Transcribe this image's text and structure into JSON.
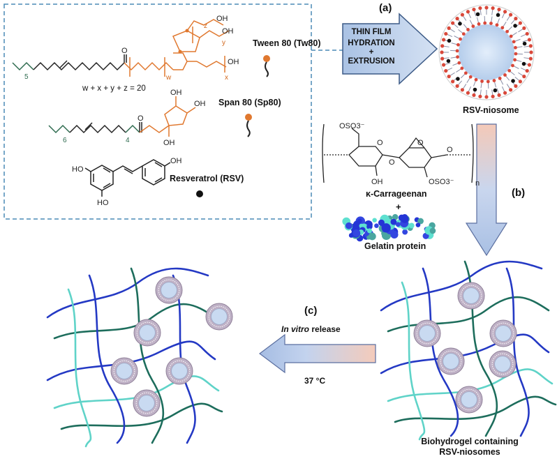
{
  "step_labels": {
    "a": "(a)",
    "b": "(b)",
    "c": "(c)"
  },
  "process_box": {
    "line1": "THIN FILM",
    "line2": "HYDRATION",
    "line3": "+",
    "line4": "EXTRUSION"
  },
  "molecules": {
    "tween": {
      "name": "Tween 80 (Tw80)",
      "sub_5": "5",
      "sub_w": "w",
      "sub_x": "x",
      "sub_y": "y",
      "sub_z": "z",
      "oh": "OH",
      "o": "O"
    },
    "tween_formula": "w + x + y + z = 20",
    "span": {
      "name": "Span 80 (Sp80)",
      "sub_6": "6",
      "sub_4": "4",
      "oh": "OH",
      "o": "O"
    },
    "resveratrol": {
      "name": "Resveratrol (RSV)",
      "ho": "HO",
      "oh": "OH"
    }
  },
  "niosome_label": "RSV-niosome",
  "carrageenan": {
    "name": "κ-Carrageenan",
    "oso3": "OSO3⁻",
    "sub_n": "n",
    "oh": "OH",
    "o": "O"
  },
  "plus": "+",
  "gelatin_label": "Gelatin  protein",
  "release": {
    "label_italic": "In vitro",
    "label_rest": " release",
    "temperature": "37 °C"
  },
  "hydrogel_label": {
    "line1": "Biohydrogel containing",
    "line2": "RSV-niosomes"
  },
  "colors": {
    "dashed_border": "#4a8ab5",
    "arrow_fill": "#b7cbe6",
    "arrow_tip": "#f2d0c2",
    "orange": "#e0782f",
    "green_chain": "#2e6b4f",
    "blue_fiber": "#2439c4",
    "teal_fiber": "#1d6d5c",
    "cyan_fiber": "#5fd3c8",
    "niosome_core": "#c6daf2",
    "niosome_shell": "#b9a8bf"
  }
}
